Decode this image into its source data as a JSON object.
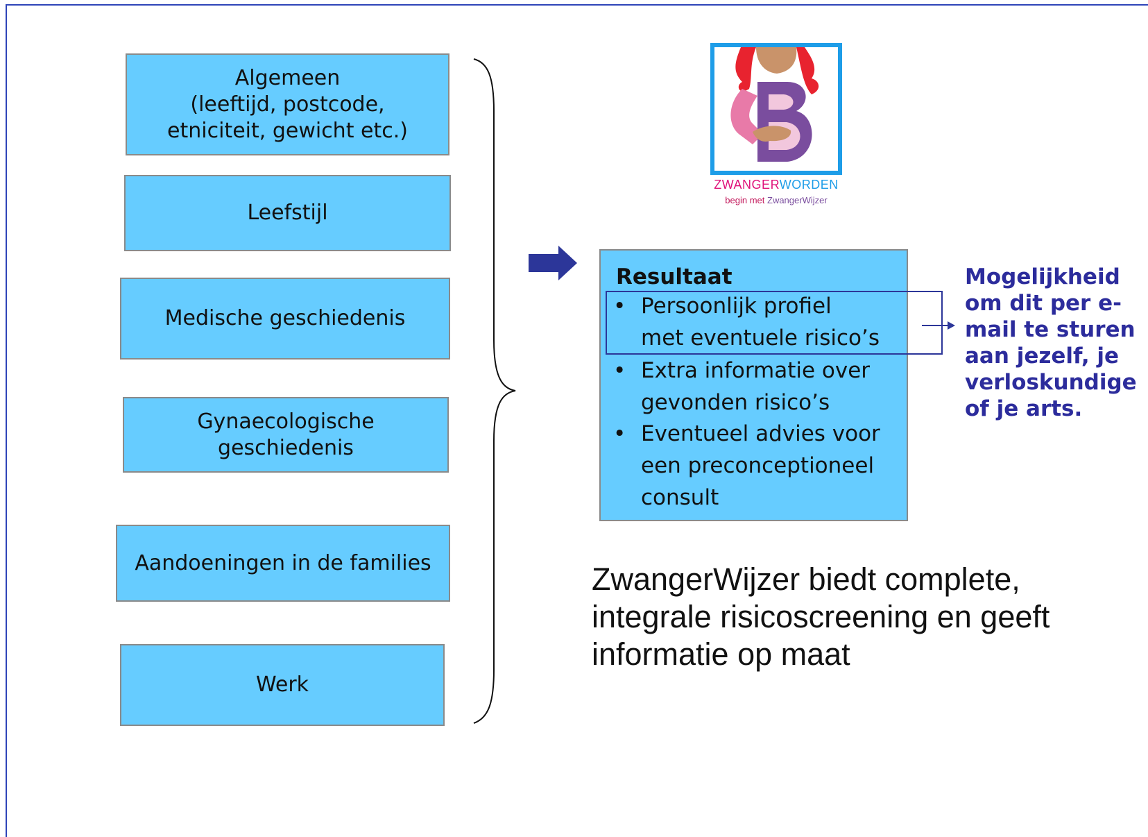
{
  "categories": [
    {
      "label": "Algemeen\n(leeftijd, postcode,\netniciteit, gewicht etc.)"
    },
    {
      "label": "Leefstijl"
    },
    {
      "label": "Medische geschiedenis"
    },
    {
      "label": "Gynaecologische\ngeschiedenis"
    },
    {
      "label": "Aandoeningen in de families"
    },
    {
      "label": "Werk"
    }
  ],
  "logo": {
    "brand_part1": "ZWANGER",
    "brand_part2": "WORDEN",
    "tagline_part1": "begin met ",
    "tagline_part2": "ZwangerWijzer",
    "border_color": "#1e9de8"
  },
  "result": {
    "title": "Resultaat",
    "bullet": "•",
    "items": [
      "Persoonlijk profiel\nmet eventuele risico’s",
      "Extra informatie over\n gevonden risico’s",
      "Eventueel advies voor\neen preconceptioneel\nconsult"
    ]
  },
  "note": "Mogelijkheid\nom dit per e-\nmail te sturen\naan jezelf, je\nverloskundige\nof je arts.",
  "summary": "ZwangerWijzer biedt complete,\nintegrale risicoscreening en geeft\ninformatie op maat",
  "colors": {
    "box_fill": "#66ccff",
    "arrow": "#2c3699",
    "note_text": "#2c2c9c",
    "frame": "#2e44b8"
  }
}
